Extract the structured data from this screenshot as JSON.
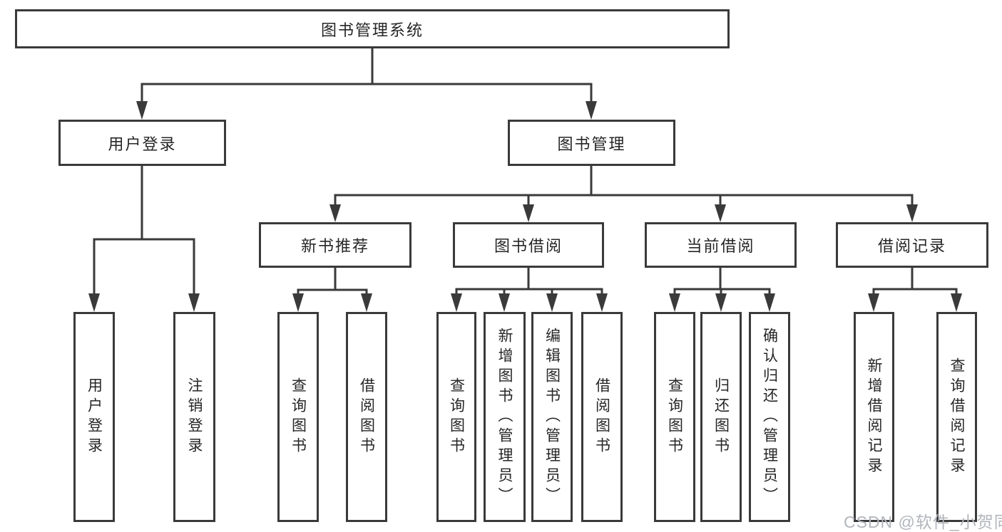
{
  "diagram": {
    "root": {
      "label": "图书管理系统"
    },
    "level2": [
      {
        "label": "用户登录"
      },
      {
        "label": "图书管理"
      }
    ],
    "level3": [
      {
        "label": "新书推荐"
      },
      {
        "label": "图书借阅"
      },
      {
        "label": "当前借阅"
      },
      {
        "label": "借阅记录"
      }
    ],
    "leaves": {
      "user_login": [
        {
          "label": "用户登录"
        },
        {
          "label": "注销登录"
        }
      ],
      "new_book": [
        {
          "label": "查询图书"
        },
        {
          "label": "借阅图书"
        }
      ],
      "book_borrow": [
        {
          "label": "查询图书"
        },
        {
          "label": "新增图书（管理员）"
        },
        {
          "label": "编辑图书（管理员）"
        },
        {
          "label": "借阅图书"
        }
      ],
      "current_borrow": [
        {
          "label": "查询图书"
        },
        {
          "label": "归还图书"
        },
        {
          "label": "确认归还（管理员）"
        }
      ],
      "borrow_record": [
        {
          "label": "新增借阅记录"
        },
        {
          "label": "查询借阅记录"
        }
      ]
    },
    "watermark": "CSDN @软件_小贺同学",
    "colors": {
      "line": "#3a3a3a",
      "text": "#262626",
      "watermark": "#b2b6bc",
      "background": "#ffffff"
    }
  }
}
